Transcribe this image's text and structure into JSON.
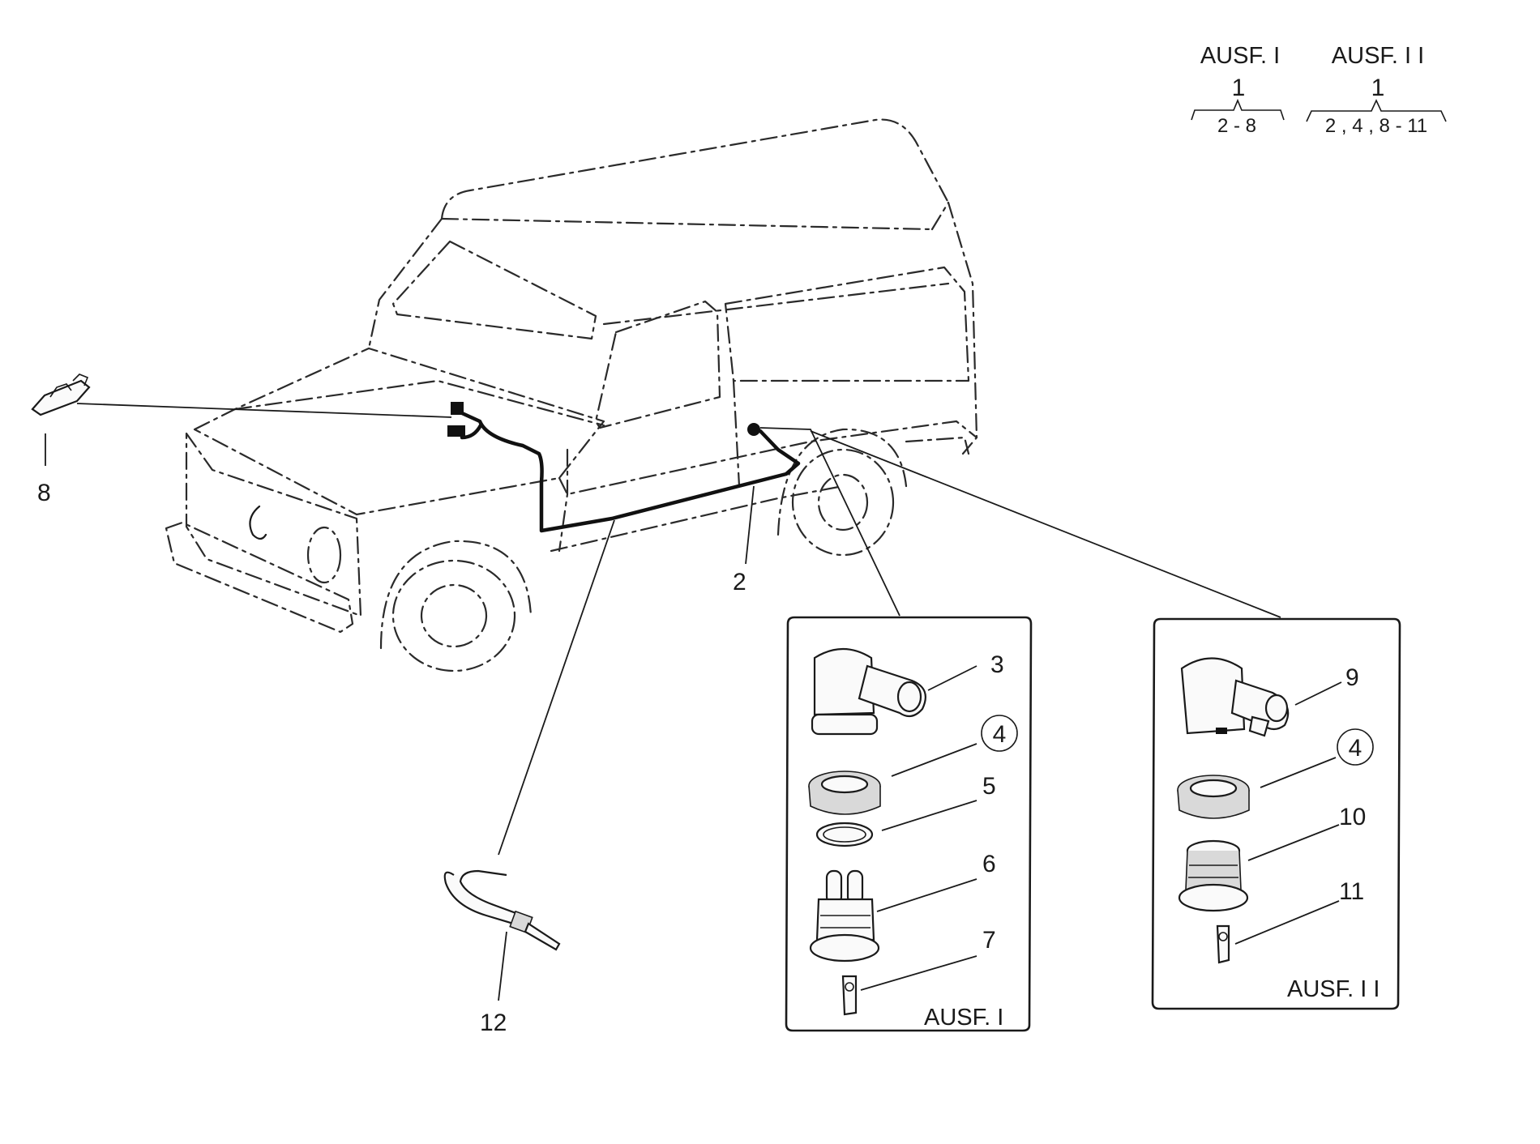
{
  "legend": {
    "variant_1": {
      "title": "AUSF. I",
      "item": "1",
      "range": "2 - 8"
    },
    "variant_2": {
      "title": "AUSF. I I",
      "item": "1",
      "range": "2 , 4 , 8 - 11"
    }
  },
  "callouts": {
    "c2": "2",
    "c3": "3",
    "c4a": "4",
    "c5": "5",
    "c6": "6",
    "c7": "7",
    "c8": "8",
    "c9": "9",
    "c4b": "4",
    "c10": "10",
    "c11": "11",
    "c12": "12"
  },
  "panels": {
    "panel_1": {
      "label": "AUSF. I"
    },
    "panel_2": {
      "label": "AUSF. I I"
    }
  }
}
